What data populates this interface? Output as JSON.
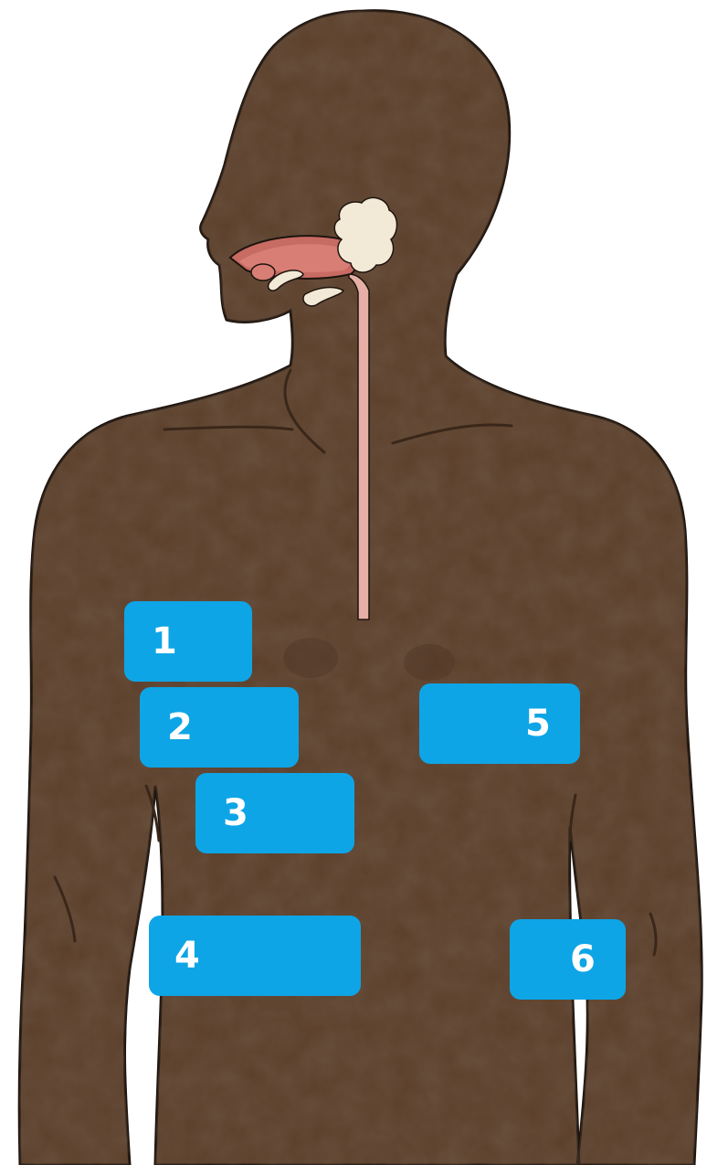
{
  "colors": {
    "skin": "#5b3f2a",
    "skin_shadow": "#4a3222",
    "outline": "#1e140e",
    "tongue": "#d97e74",
    "esophagus": "#e6b0a6",
    "gland": "#f2ead6",
    "label_bg": "#0ea5e6",
    "label_text": "#ffffff"
  },
  "labels": [
    {
      "number": "1"
    },
    {
      "number": "2"
    },
    {
      "number": "3"
    },
    {
      "number": "4"
    },
    {
      "number": "5"
    },
    {
      "number": "6"
    }
  ]
}
